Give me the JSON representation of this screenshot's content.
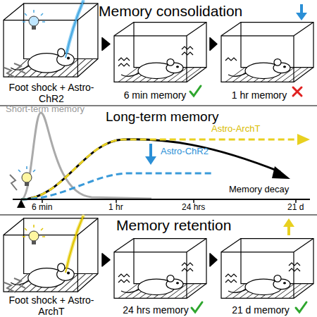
{
  "diagram": {
    "nodes": [
      {
        "text": [
          "Foot shock + Astro-ChR2"
        ]
      },
      {
        "text": [
          "6 min memory"
        ]
      },
      {
        "text": [
          "1 hr memory"
        ]
      },
      {
        "text": [
          "Foot shock + Astro-ArchT"
        ]
      },
      {
        "text": [
          "24 hrs memory"
        ]
      },
      {
        "text": [
          "21 d memory"
        ]
      }
    ],
    "edges": [
      {
        "from": 0,
        "to": 1,
        "arrow": "to"
      },
      {
        "from": 1,
        "to": 2,
        "arrow": "to"
      },
      {
        "from": 3,
        "to": 4,
        "arrow": "to"
      },
      {
        "from": 4,
        "to": 5,
        "arrow": "to"
      }
    ],
    "labels": [
      "Memory consolidation",
      "Short-term memory",
      "Long-term memory",
      "Astro-ArchT",
      "Astro-ChR2",
      "Memory decay",
      "6 min",
      "1 hr",
      "24 hrs",
      "21 d",
      "Memory retention"
    ]
  }
}
